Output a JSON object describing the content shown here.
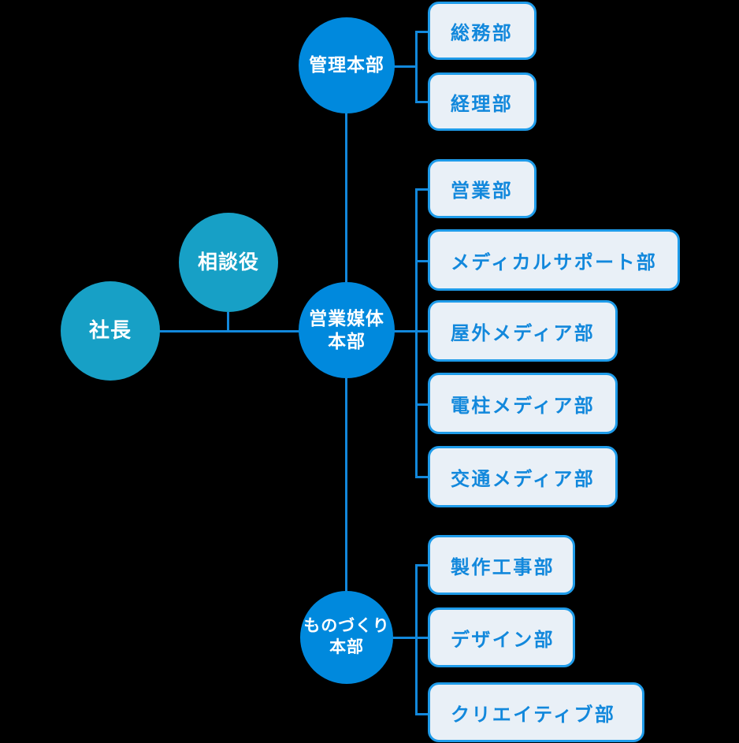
{
  "chart_data": {
    "type": "diagram",
    "subtype": "organization-chart",
    "title": "",
    "orientation": "left-to-right",
    "colors": {
      "background": "#000000",
      "circle_teal": "#17A0C6",
      "circle_blue": "#0089DD",
      "box_fill": "#E9F0F7",
      "box_border": "#1E9BE9",
      "box_text": "#1288DC",
      "circle_text": "#FFFFFF",
      "connector": "#1288DC"
    },
    "nodes": [
      {
        "id": "president",
        "label": "社長",
        "shape": "circle",
        "style": "teal",
        "level": 0
      },
      {
        "id": "advisor",
        "label": "相談役",
        "shape": "circle",
        "style": "teal",
        "level": 1
      },
      {
        "id": "admin_hq",
        "label": "管理本部",
        "shape": "circle",
        "style": "blue",
        "level": 1
      },
      {
        "id": "sales_hq",
        "label": "営業媒体\n本部",
        "shape": "circle",
        "style": "blue",
        "level": 1
      },
      {
        "id": "making_hq",
        "label": "ものづくり\n本部",
        "shape": "circle",
        "style": "blue",
        "level": 1
      },
      {
        "id": "general_affairs",
        "label": "総務部",
        "shape": "box",
        "parent": "admin_hq"
      },
      {
        "id": "accounting",
        "label": "経理部",
        "shape": "box",
        "parent": "admin_hq"
      },
      {
        "id": "sales_dept",
        "label": "営業部",
        "shape": "box",
        "parent": "sales_hq"
      },
      {
        "id": "medical_support",
        "label": "メディカルサポート部",
        "shape": "box",
        "parent": "sales_hq"
      },
      {
        "id": "outdoor_media",
        "label": "屋外メディア部",
        "shape": "box",
        "parent": "sales_hq"
      },
      {
        "id": "utility_pole_media",
        "label": "電柱メディア部",
        "shape": "box",
        "parent": "sales_hq"
      },
      {
        "id": "transit_media",
        "label": "交通メディア部",
        "shape": "box",
        "parent": "sales_hq"
      },
      {
        "id": "production",
        "label": "製作工事部",
        "shape": "box",
        "parent": "making_hq"
      },
      {
        "id": "design",
        "label": "デザイン部",
        "shape": "box",
        "parent": "making_hq"
      },
      {
        "id": "creative",
        "label": "クリエイティブ部",
        "shape": "box",
        "parent": "making_hq"
      }
    ],
    "edges": [
      {
        "from": "president",
        "to": "sales_hq"
      },
      {
        "from": "advisor",
        "to": "president"
      },
      {
        "from": "sales_hq",
        "to": "admin_hq"
      },
      {
        "from": "sales_hq",
        "to": "making_hq"
      },
      {
        "from": "admin_hq",
        "to": "general_affairs"
      },
      {
        "from": "admin_hq",
        "to": "accounting"
      },
      {
        "from": "sales_hq",
        "to": "sales_dept"
      },
      {
        "from": "sales_hq",
        "to": "medical_support"
      },
      {
        "from": "sales_hq",
        "to": "outdoor_media"
      },
      {
        "from": "sales_hq",
        "to": "utility_pole_media"
      },
      {
        "from": "sales_hq",
        "to": "transit_media"
      },
      {
        "from": "making_hq",
        "to": "production"
      },
      {
        "from": "making_hq",
        "to": "design"
      },
      {
        "from": "making_hq",
        "to": "creative"
      }
    ]
  },
  "circles": {
    "president": {
      "label": "社長"
    },
    "advisor": {
      "label": "相談役"
    },
    "admin_hq": {
      "label": "管理本部"
    },
    "sales_hq": {
      "line1": "営業媒体",
      "line2": "本部"
    },
    "making_hq": {
      "line1": "ものづくり",
      "line2": "本部"
    }
  },
  "boxes": {
    "general_affairs": {
      "label": "総務部"
    },
    "accounting": {
      "label": "経理部"
    },
    "sales_dept": {
      "label": "営業部"
    },
    "medical_support": {
      "label": "メディカルサポート部"
    },
    "outdoor_media": {
      "label": "屋外メディア部"
    },
    "utility_pole_media": {
      "label": "電柱メディア部"
    },
    "transit_media": {
      "label": "交通メディア部"
    },
    "production": {
      "label": "製作工事部"
    },
    "design": {
      "label": "デザイン部"
    },
    "creative": {
      "label": "クリエイティブ部"
    }
  }
}
